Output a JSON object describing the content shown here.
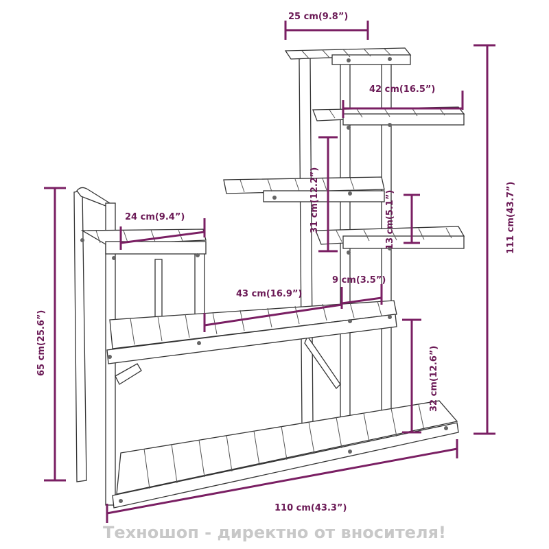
{
  "dimensions": {
    "top_width": "25 cm(9.8”)",
    "shelf2_width": "42 cm(16.5”)",
    "total_height": "111 cm(43.7”)",
    "shelf3_spacing": "31 cm(12.2”)",
    "right_short": "13 cm(5.1”)",
    "left_top_width": "24 cm(9.4”)",
    "left_height": "65 cm(25.6”)",
    "middle_width": "43 cm(16.9”)",
    "middle_depth": "9 cm(3.5”)",
    "bottom_gap": "32 cm(12.6”)",
    "total_width": "110 cm(43.3”)"
  },
  "watermark": "Техношоп - директно от вносителя!",
  "colors": {
    "dimension": "#7a1f63",
    "outline": "#333333"
  }
}
